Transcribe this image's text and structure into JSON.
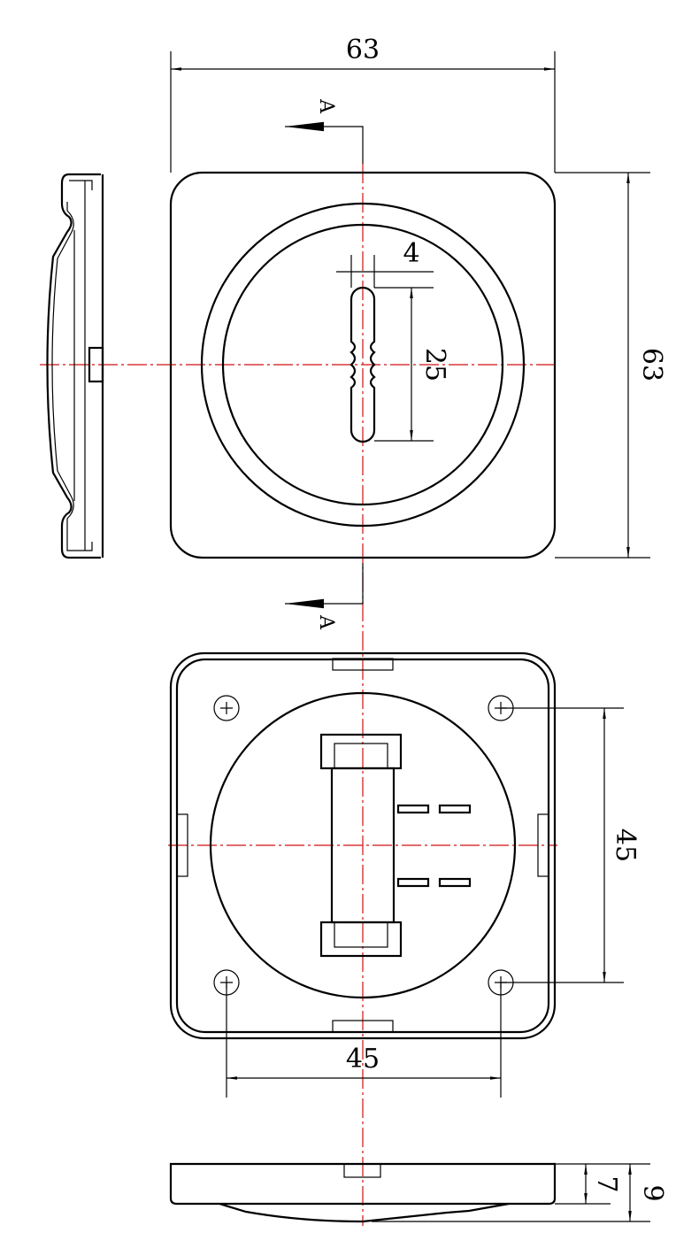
{
  "drawing": {
    "units": "mm",
    "top_view": {
      "width_label": "63",
      "height_label": "63",
      "slot_width_label": "4",
      "slot_length_label": "25",
      "section_label_top": "A",
      "section_label_bottom": "A"
    },
    "back_view": {
      "hole_spacing_vertical_label": "45",
      "hole_spacing_horizontal_label": "45"
    },
    "side_view": {
      "body_height_label": "7",
      "total_height_label": "9"
    }
  }
}
